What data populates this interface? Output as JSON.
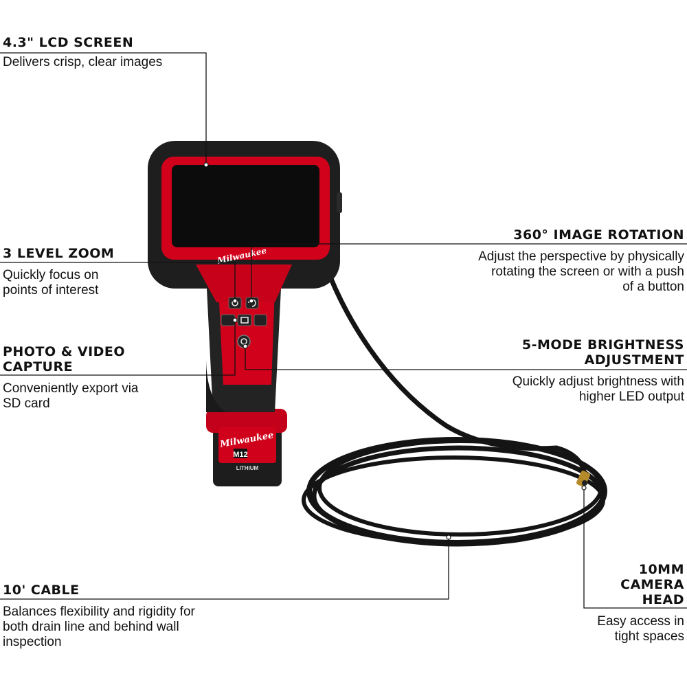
{
  "features": [
    {
      "title": "4.3\" LCD SCREEN",
      "desc": "Delivers crisp, clear images"
    },
    {
      "title": "3 LEVEL ZOOM",
      "desc": "Quickly focus on points of interest"
    },
    {
      "title": "PHOTO & VIDEO CAPTURE",
      "desc": "Conveniently export via SD card"
    },
    {
      "title": "360° IMAGE ROTATION",
      "desc": "Adjust the perspective by physically rotating the screen or with a push of a button"
    },
    {
      "title": "5-MODE BRIGHTNESS ADJUSTMENT",
      "desc": "Quickly adjust brightness with higher LED output"
    },
    {
      "title": "10' CABLE",
      "desc": "Balances flexibility and rigidity for both drain line and behind wall inspection"
    },
    {
      "title": "10MM CAMERA HEAD",
      "desc": "Easy access in tight spaces"
    }
  ],
  "branding": {
    "device_logo": "Milwaukee",
    "battery_logo": "Milwaukee",
    "battery_model": "M12",
    "battery_type": "LITHIUM"
  },
  "colors": {
    "brand_red": "#db011c",
    "body_black": "#1c1c1c",
    "cable": "#141414"
  },
  "icons": [
    "zoom-icon",
    "rotate-icon",
    "brightness-icon",
    "capture-icon",
    "power-icon"
  ]
}
